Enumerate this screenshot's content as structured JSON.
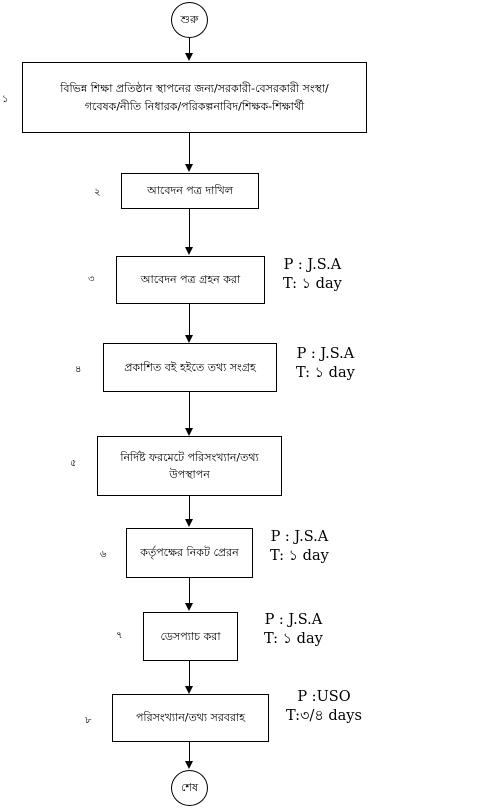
{
  "start": {
    "label": "শুরু"
  },
  "end": {
    "label": "শেষ"
  },
  "steps": [
    {
      "num": "১",
      "line1": "বিভিন্ন শিক্ষা প্রতিষ্ঠান স্থাপনের জন্য/সরকারী-বেসরকারী সংস্থা/",
      "line2": "গবেষক/নীতি নিধারক/পরিকল্পনাবিদ/শিক্ষক-শিক্ষার্থী"
    },
    {
      "num": "২",
      "line1": "আবেদন পত্র দাখিল"
    },
    {
      "num": "৩",
      "line1": "আবেদন পত্র গ্রহন করা",
      "note_p": "P : J.S.A",
      "note_t": "T: ১ day"
    },
    {
      "num": "৪",
      "line1": "প্রকাশিত বই হইতে তথ্য সংগ্রহ",
      "note_p": "P : J.S.A",
      "note_t": "T: ১ day"
    },
    {
      "num": "৫",
      "line1": "নির্দিষ্ট ফরমেটে পরিসংখ্যান/তথ্য",
      "line2": "উপস্থাপন"
    },
    {
      "num": "৬",
      "line1": "কর্তৃপক্ষের নিকট প্রেরন",
      "note_p": "P : J.S.A",
      "note_t": "T: ১ day"
    },
    {
      "num": "৭",
      "line1": "ডেসপ্যাচ করা",
      "note_p": "P : J.S.A",
      "note_t": "T: ১ day"
    },
    {
      "num": "৮",
      "line1": "পরিসংখ্যান/তথ্য সরবরাহ",
      "note_p": "P :USO",
      "note_t": "T:৩/৪ days"
    }
  ]
}
